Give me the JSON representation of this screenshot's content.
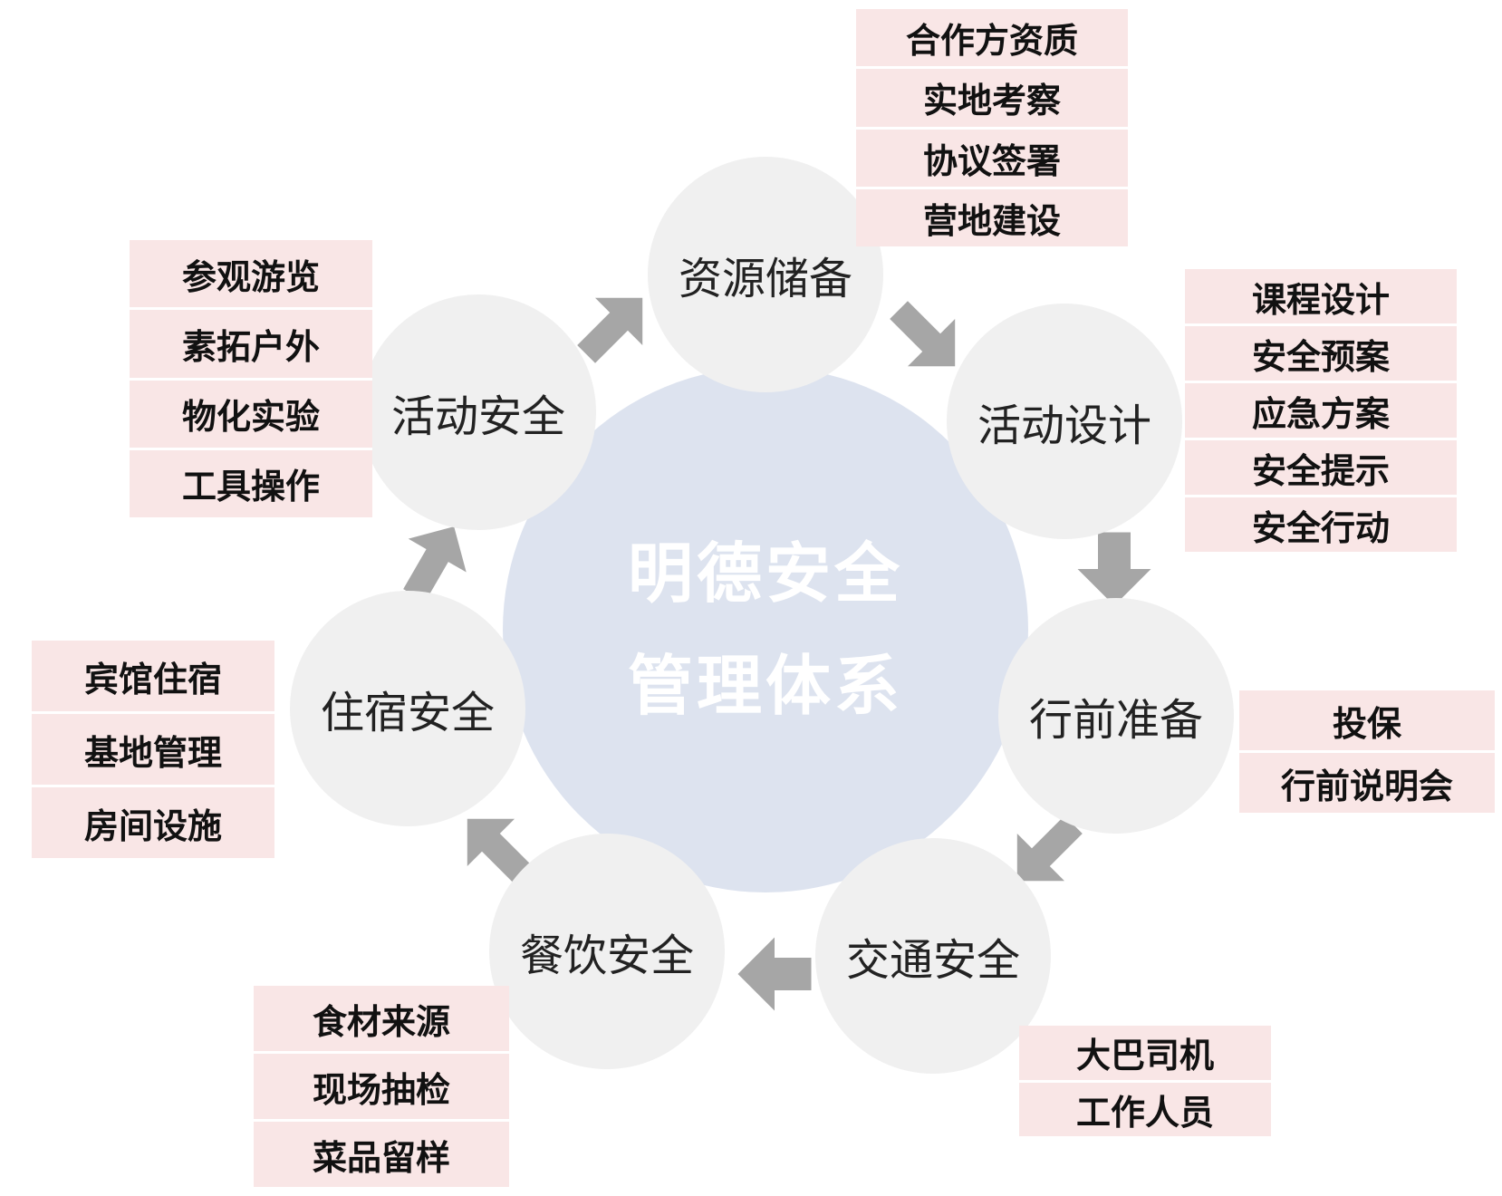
{
  "center": {
    "line1": "明德安全",
    "line2": "管理体系"
  },
  "nodes": {
    "resource": {
      "label": "资源储备",
      "items": [
        "合作方资质",
        "实地考察",
        "协议签署",
        "营地建设"
      ]
    },
    "design": {
      "label": "活动设计",
      "items": [
        "课程设计",
        "安全预案",
        "应急方案",
        "安全提示",
        "安全行动"
      ]
    },
    "prep": {
      "label": "行前准备",
      "items": [
        "投保",
        "行前说明会"
      ]
    },
    "traffic": {
      "label": "交通安全",
      "items": [
        "大巴司机",
        "工作人员"
      ]
    },
    "catering": {
      "label": "餐饮安全",
      "items": [
        "食材来源",
        "现场抽检",
        "菜品留样"
      ]
    },
    "lodging": {
      "label": "住宿安全",
      "items": [
        "宾馆住宿",
        "基地管理",
        "房间设施"
      ]
    },
    "activity": {
      "label": "活动安全",
      "items": [
        "参观游览",
        "素拓户外",
        "物化实验",
        "工具操作"
      ]
    }
  },
  "colors": {
    "arrow": "#a6a6a6",
    "box": "#f9e6e6",
    "node": "#f0f0f0",
    "center": "#dde3ef"
  }
}
